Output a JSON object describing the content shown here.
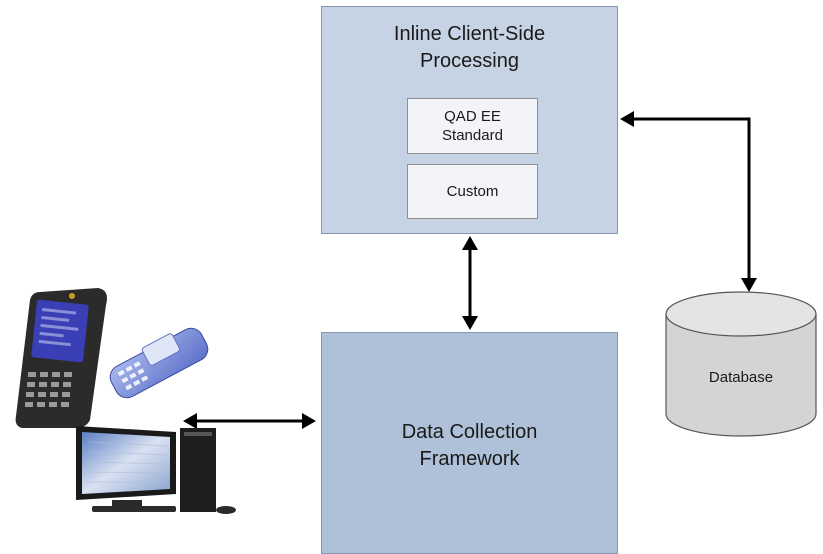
{
  "inline_processing": {
    "title_line1": "Inline Client-Side",
    "title_line2": "Processing",
    "standard_line1": "QAD EE",
    "standard_line2": "Standard",
    "custom": "Custom"
  },
  "data_collection": {
    "title_line1": "Data Collection",
    "title_line2": "Framework"
  },
  "database": {
    "label": "Database"
  },
  "devices": [
    "handheld-scanner",
    "mobile-phone",
    "desktop-computer"
  ],
  "colors": {
    "inline_box": "#c5d3e4",
    "dcf_box": "#aec1d9",
    "sub_box": "#f2f4f7",
    "database": "#d4d4d4",
    "arrow": "#000000"
  }
}
